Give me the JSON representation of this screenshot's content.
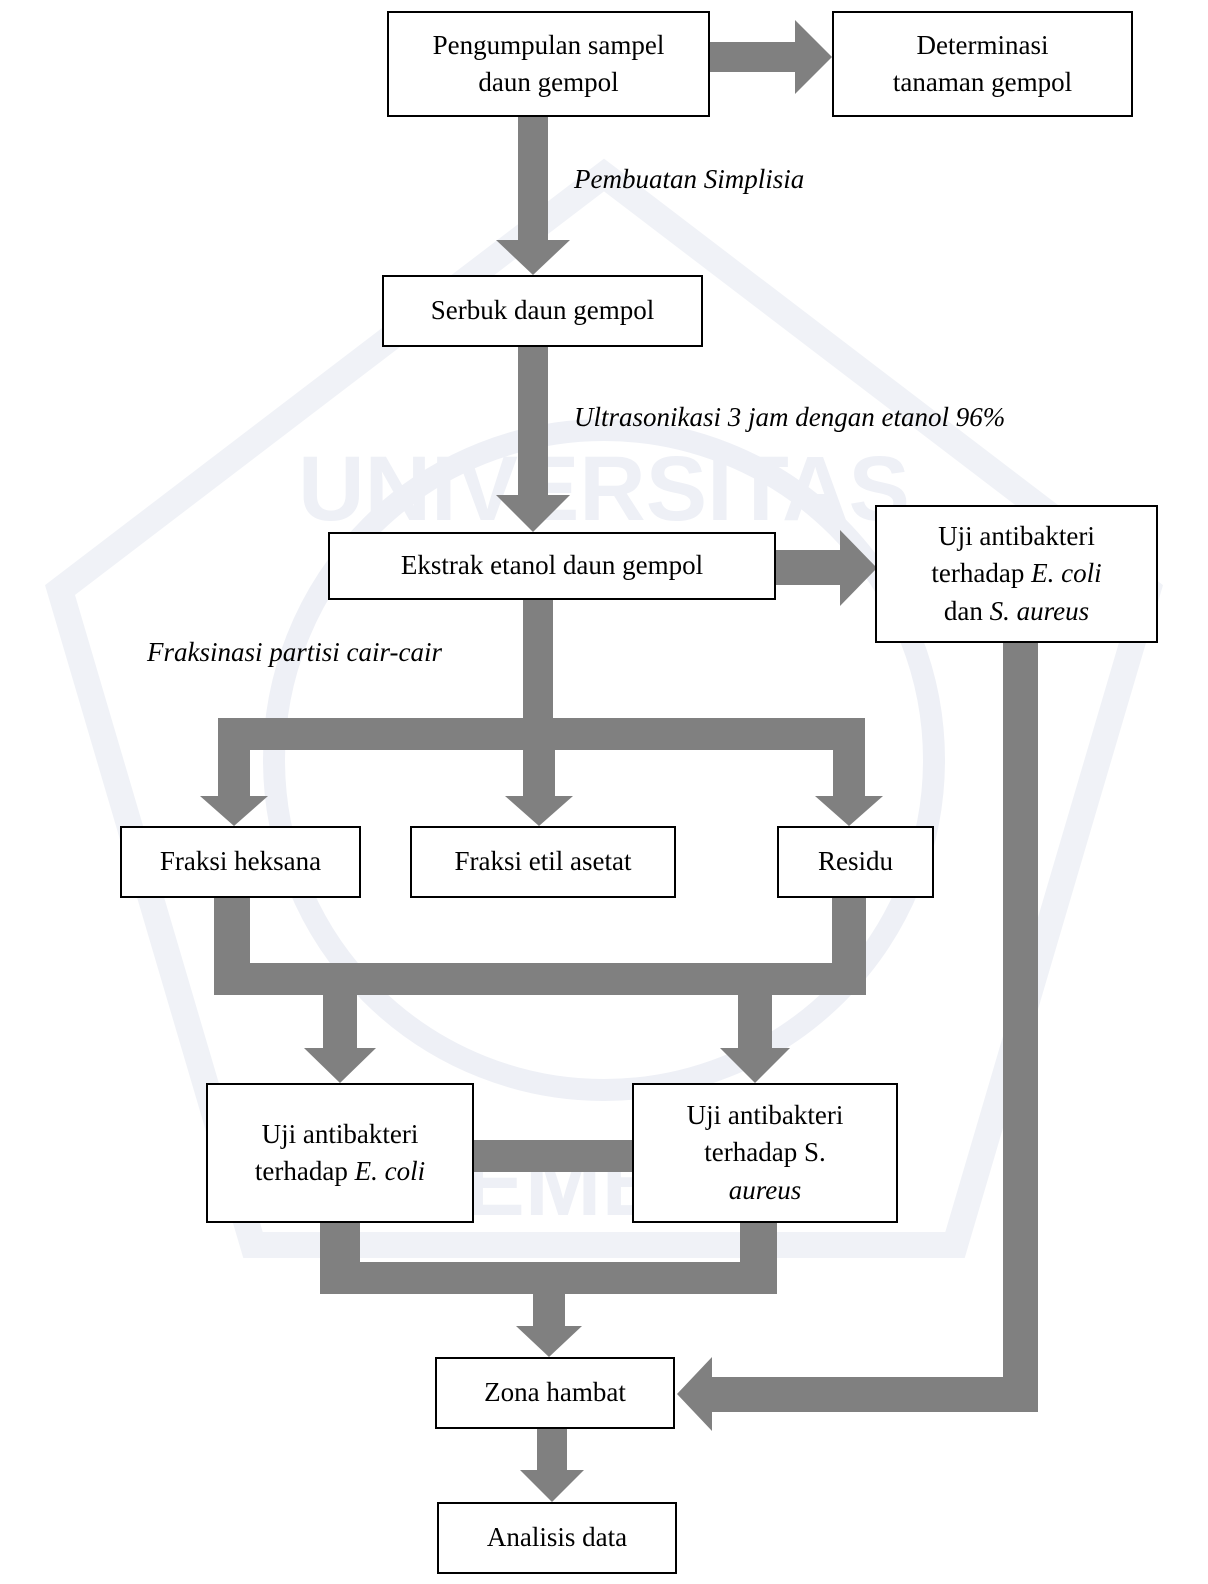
{
  "boxes": {
    "sample_line1": "Pengumpulan sampel",
    "sample_line2": "daun gempol",
    "determinasi_line1": "Determinasi",
    "determinasi_line2": "tanaman gempol",
    "serbuk": "Serbuk daun gempol",
    "ekstrak": "Ekstrak etanol daun gempol",
    "uji_ext_line1": "Uji antibakteri",
    "uji_ext_line2_pre": "terhadap ",
    "uji_ext_line2_em": "E. coli",
    "uji_ext_line3_pre": "dan ",
    "uji_ext_line3_em": "S. aureus",
    "fraksi_heksana": "Fraksi heksana",
    "fraksi_etil": "Fraksi etil asetat",
    "residu": "Residu",
    "uji_ecoli_line1": "Uji antibakteri",
    "uji_ecoli_line2_pre": "terhadap ",
    "uji_ecoli_line2_em": "E. coli",
    "uji_saureus_line1": "Uji antibakteri",
    "uji_saureus_line2": "terhadap S.",
    "uji_saureus_line3_em": "aureus",
    "zona": "Zona hambat",
    "analisis": "Analisis data"
  },
  "labels": {
    "simplisia": "Pembuatan Simplisia",
    "ultrasonikasi": "Ultrasonikasi 3 jam dengan etanol 96%",
    "fraksinasi": "Fraksinasi partisi cair-cair"
  },
  "watermark": {
    "top_text": "UNIVERSITAS",
    "bottom_text": "JEMBER"
  },
  "colors": {
    "arrow": "#808080",
    "watermark": "#e8ebf3"
  }
}
